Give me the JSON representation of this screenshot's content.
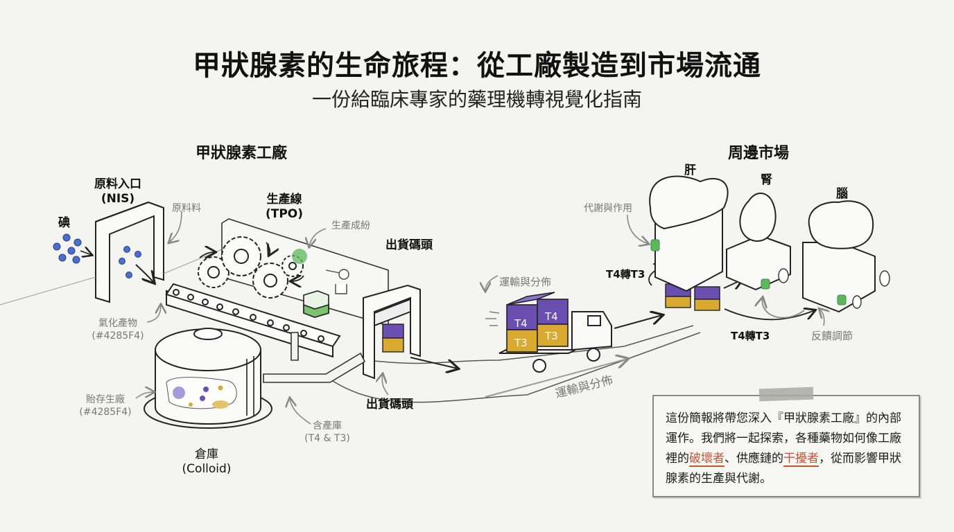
{
  "header": {
    "title": "甲狀腺素的生命旅程：從工廠製造到市場流通",
    "subtitle": "一份給臨床專家的藥理機轉視覺化指南"
  },
  "factory": {
    "section_title": "甲狀腺素工廠",
    "iodine_label": "碘",
    "entry_label": "原料入口",
    "entry_sub": "(NIS)",
    "raw_note": "原料料",
    "line_label": "生產線",
    "line_sub": "(TPO)",
    "product_note": "生產成紛",
    "dock_label_top": "出貨碼頭",
    "oxidation_note": "氣化產物",
    "oxidation_code": "(#4285F4)",
    "storage_note": "貽存生廠",
    "storage_code": "(#4285F4)",
    "warehouse_label": "倉庫",
    "warehouse_sub": "(Colloid)",
    "contains_note": "含產庫",
    "contains_sub": "(T4 & T3)",
    "dock_label_bottom": "出貨碼頭"
  },
  "transport": {
    "top_note": "運輸與分佈",
    "bottom_note": "運輸與分佈",
    "box_t4": "T4",
    "box_t3": "T3"
  },
  "market": {
    "section_title": "周邊市場",
    "liver": "肝",
    "kidney": "腎",
    "brain": "腦",
    "metabolism_note": "代謝與作用",
    "convert_top": "T4轉T3",
    "convert_bottom": "T4轉T3",
    "feedback_note": "反饋調節"
  },
  "info_box": {
    "part1": "這份簡報將帶您深入『甲狀腺素工廠』的內部運作。我們將一起探索，各種藥物如何像工廠裡的",
    "highlight1": "破壞者",
    "part2": "、供應鏈的",
    "highlight2": "干擾者",
    "part3": "，從而影響甲狀腺素的生產與代謝。"
  },
  "colors": {
    "iodine_blue": "#4a6fd0",
    "t4_purple": "#6a4fb0",
    "t3_gold": "#d9a930",
    "receptor_green": "#5cb85c",
    "highlight_red": "#c4553c"
  }
}
